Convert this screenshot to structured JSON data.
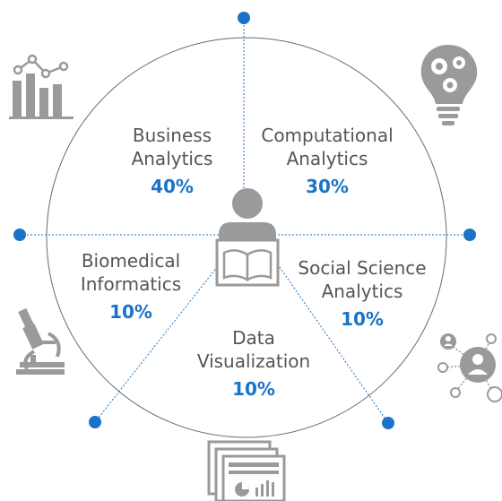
{
  "diagram": {
    "center_icon": "person-reading-book-icon",
    "accent_color": "#1a73c8",
    "line_color": "#6a6a6a",
    "icon_color": "#9a9a9a",
    "segments": [
      {
        "id": "business",
        "label_line1": "Business",
        "label_line2": "Analytics",
        "percent": "40%",
        "icon": "bar-chart-icon"
      },
      {
        "id": "computational",
        "label_line1": "Computational",
        "label_line2": "Analytics",
        "percent": "30%",
        "icon": "lightbulb-gears-icon"
      },
      {
        "id": "biomedical",
        "label_line1": "Biomedical",
        "label_line2": "Informatics",
        "percent": "10%",
        "icon": "microscope-icon"
      },
      {
        "id": "social",
        "label_line1": "Social Science",
        "label_line2": "Analytics",
        "percent": "10%",
        "icon": "social-network-icon"
      },
      {
        "id": "dataviz",
        "label_line1": "Data",
        "label_line2": "Visualization",
        "percent": "10%",
        "icon": "report-pages-icon"
      }
    ]
  }
}
